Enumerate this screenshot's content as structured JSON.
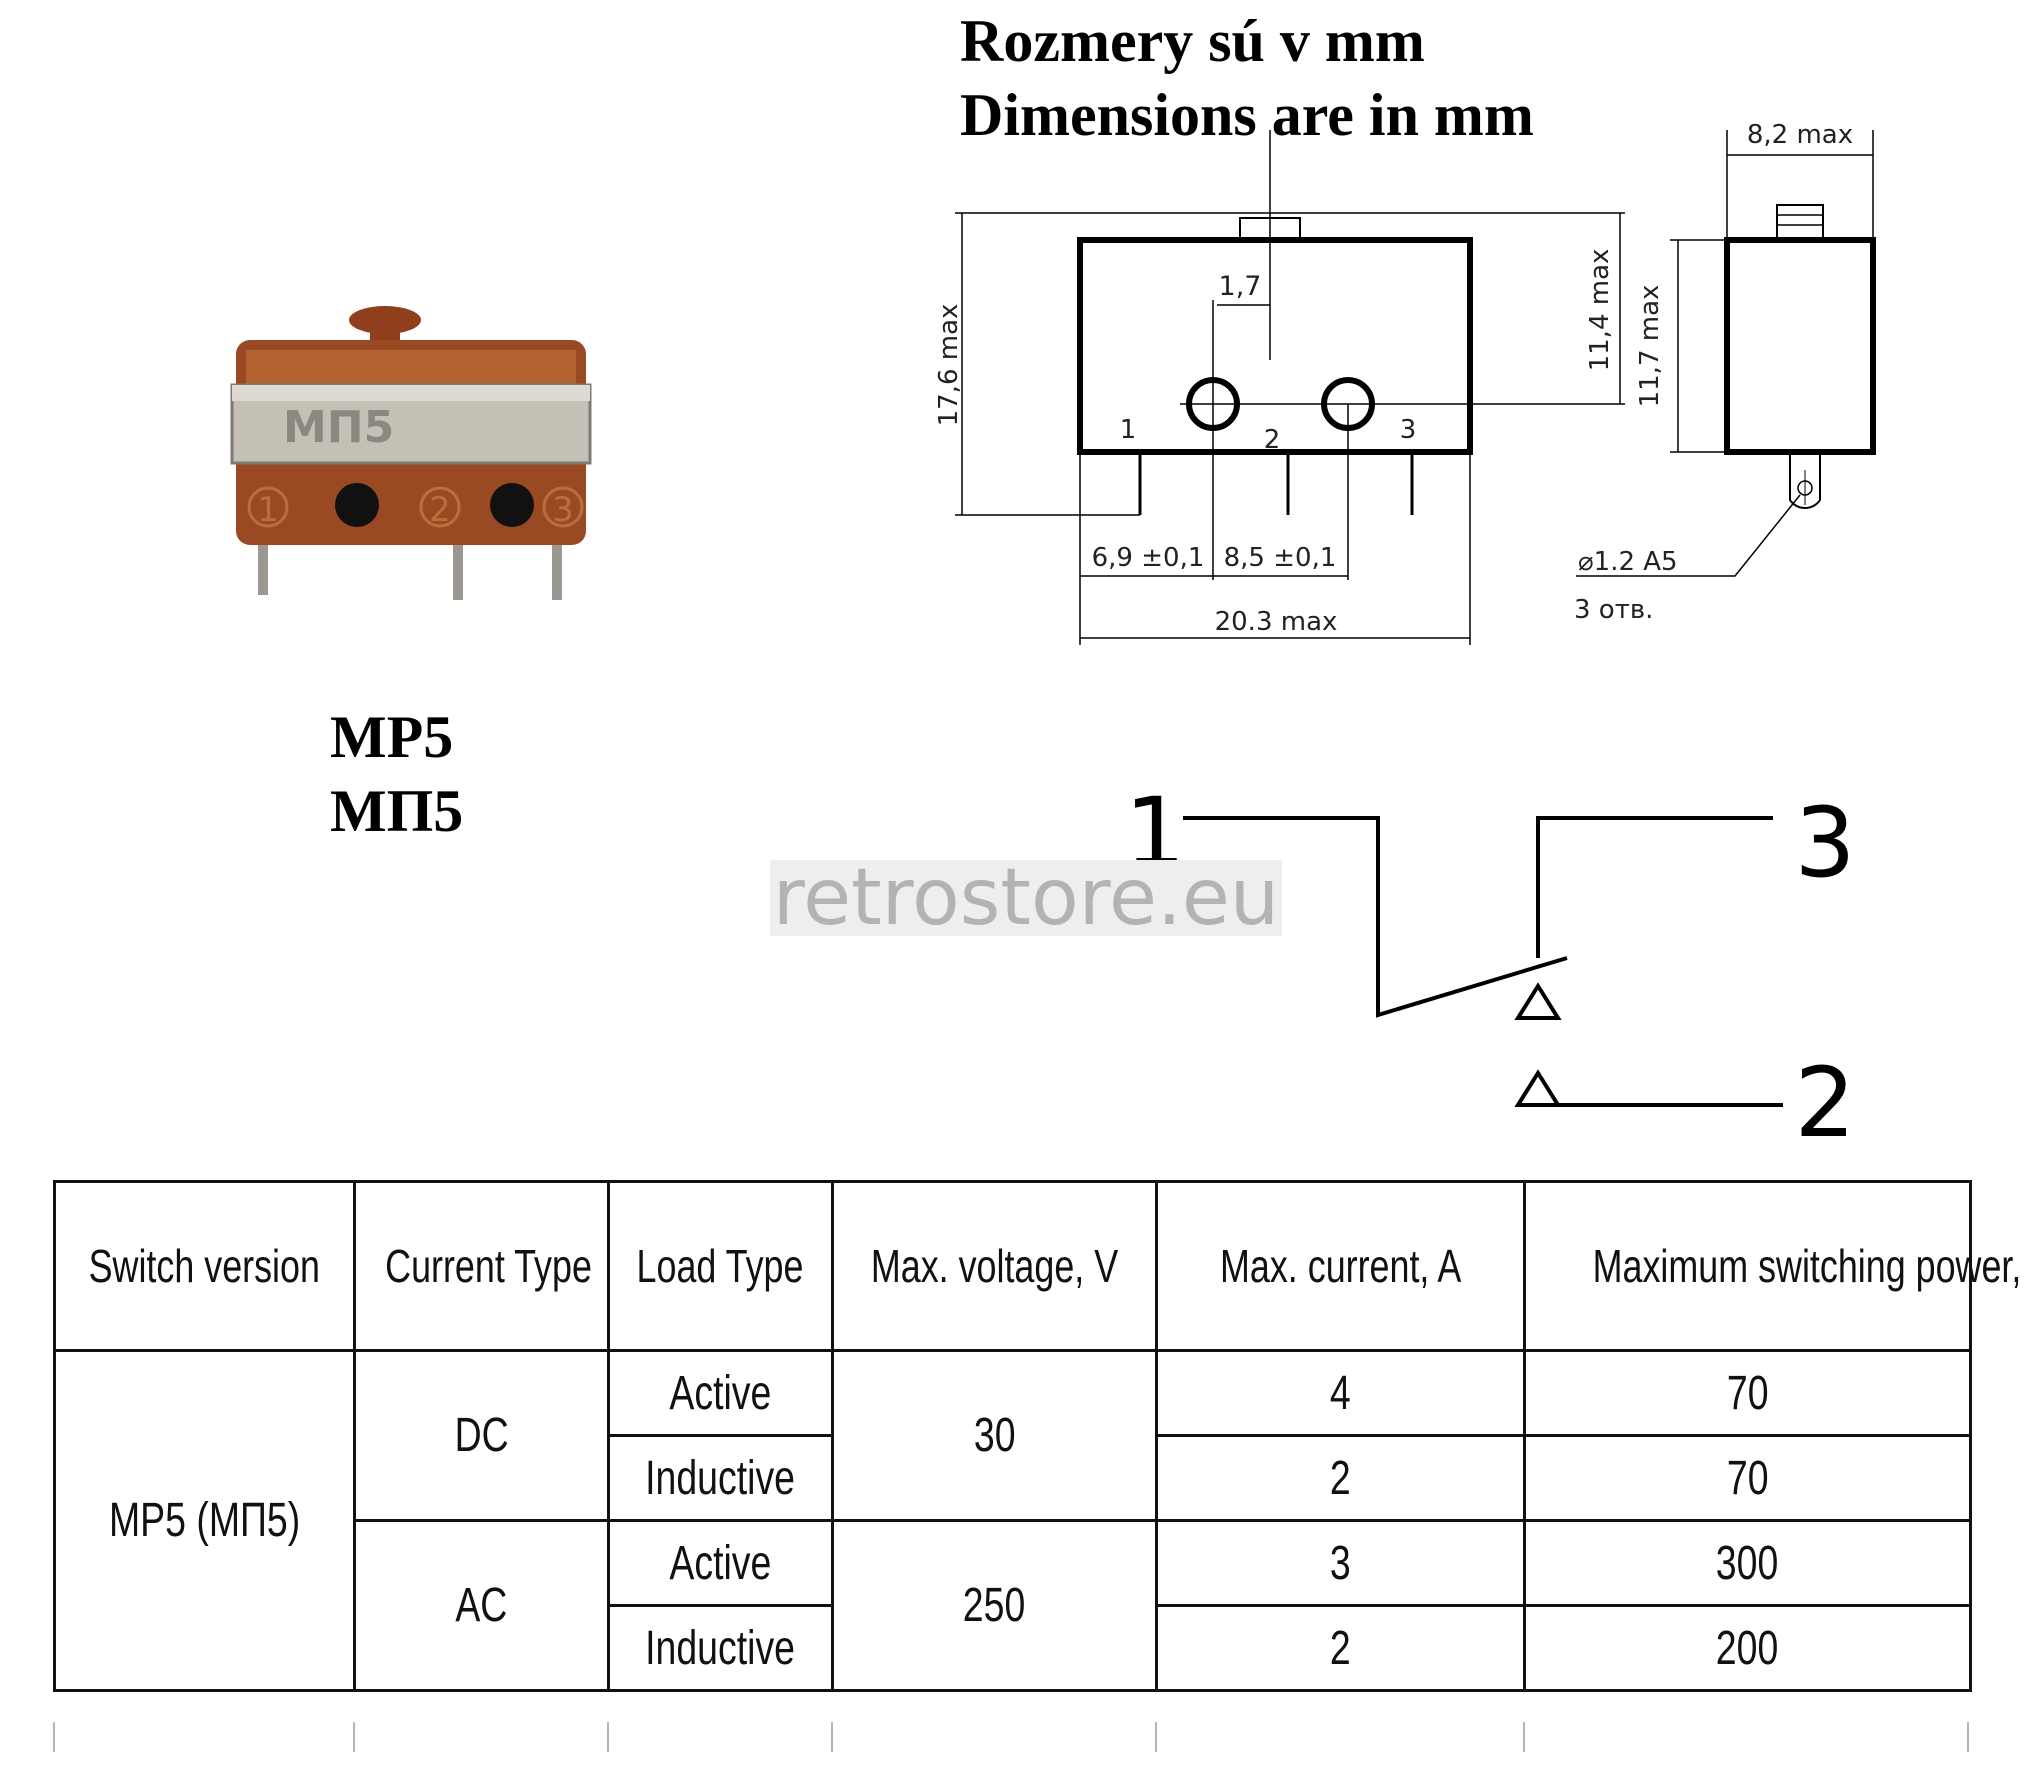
{
  "heading": {
    "line1": "Rozmery sú v mm",
    "line2": "Dimensions are in mm"
  },
  "model": {
    "latin": "MP5",
    "cyrillic": "МП5"
  },
  "photo": {
    "label": "МП5",
    "terminals": [
      "1",
      "2",
      "3"
    ]
  },
  "drawing": {
    "dim_width_side": "8,2 max",
    "dim_hole_offset": "1,7",
    "dim_total_height": "17,6 max",
    "dim_body_height": "11,4 max",
    "dim_side_height": "11,7 max",
    "pin_labels": [
      "1",
      "2",
      "3"
    ],
    "dim_pitch_1": "6,9 ±0,1",
    "dim_pitch_2": "8,5 ±0,1",
    "dim_length": "20.3 max",
    "hole_note": "⌀1.2 A5",
    "hole_count": "3 отв."
  },
  "schematic": {
    "terminal_1": "1",
    "terminal_2": "2",
    "terminal_3": "3"
  },
  "watermark": "retrostore.eu",
  "table": {
    "headers": [
      "Switch version",
      "Current Type",
      "Load Type",
      "Max. voltage, V",
      "Max. current, A",
      "Maximum switching power, W"
    ],
    "version": "MP5 (МП5)",
    "groups": [
      {
        "current_type": "DC",
        "voltage": "30",
        "rows": [
          {
            "load": "Active",
            "current": "4",
            "power": "70"
          },
          {
            "load": "Inductive",
            "current": "2",
            "power": "70"
          }
        ]
      },
      {
        "current_type": "AC",
        "voltage": "250",
        "rows": [
          {
            "load": "Active",
            "current": "3",
            "power": "300"
          },
          {
            "load": "Inductive",
            "current": "2",
            "power": "200"
          }
        ]
      }
    ]
  }
}
